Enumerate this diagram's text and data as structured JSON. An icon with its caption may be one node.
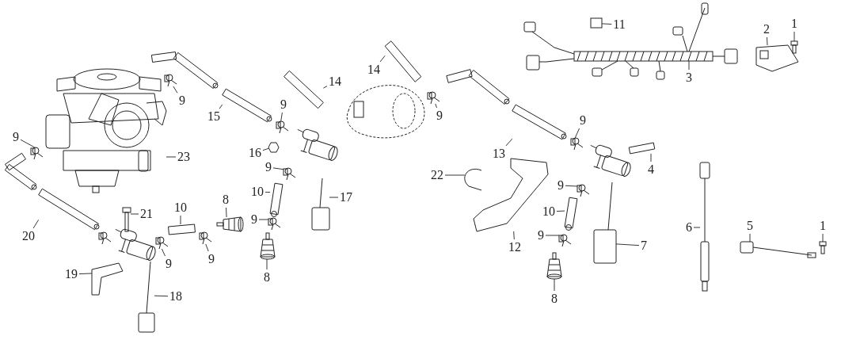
{
  "diagram": {
    "nodes": [
      {
        "text": [
          "11"
        ]
      },
      {
        "text": [
          "1"
        ]
      },
      {
        "text": [
          "2"
        ]
      },
      {
        "text": [
          "14"
        ]
      },
      {
        "text": [
          "3"
        ]
      },
      {
        "text": [
          "14"
        ]
      },
      {
        "text": [
          "9"
        ]
      },
      {
        "text": [
          "9"
        ]
      },
      {
        "text": [
          "15"
        ]
      },
      {
        "text": [
          "9"
        ]
      },
      {
        "text": [
          "9"
        ]
      },
      {
        "text": [
          "9"
        ]
      },
      {
        "text": [
          "13"
        ]
      },
      {
        "text": [
          "16"
        ]
      },
      {
        "text": [
          "23"
        ]
      },
      {
        "text": [
          "4"
        ]
      },
      {
        "text": [
          "9"
        ]
      },
      {
        "text": [
          "22"
        ]
      },
      {
        "text": [
          "9"
        ]
      },
      {
        "text": [
          "10"
        ]
      },
      {
        "text": [
          "17"
        ]
      },
      {
        "text": [
          "8"
        ]
      },
      {
        "text": [
          "10"
        ]
      },
      {
        "text": [
          "10"
        ]
      },
      {
        "text": [
          "21"
        ]
      },
      {
        "text": [
          "9"
        ]
      },
      {
        "text": [
          "5"
        ]
      },
      {
        "text": [
          "1"
        ]
      },
      {
        "text": [
          "20"
        ]
      },
      {
        "text": [
          "6"
        ]
      },
      {
        "text": [
          "9"
        ]
      },
      {
        "text": [
          "12"
        ]
      },
      {
        "text": [
          "7"
        ]
      },
      {
        "text": [
          "9"
        ]
      },
      {
        "text": [
          "9"
        ]
      },
      {
        "text": [
          "19"
        ]
      },
      {
        "text": [
          "8"
        ]
      },
      {
        "text": [
          "18"
        ]
      },
      {
        "text": [
          "8"
        ]
      },
      {
        "text": [],
        "shape": "box"
      },
      {
        "text": [],
        "shape": "picture"
      },
      {
        "text": [],
        "shape": "picture"
      },
      {
        "text": [],
        "shape": "picture"
      },
      {
        "text": [],
        "shape": "picture"
      },
      {
        "text": [],
        "shape": "picture"
      },
      {
        "text": [],
        "shape": "picture"
      },
      {
        "text": [],
        "shape": "picture"
      },
      {
        "text": [],
        "shape": "picture"
      },
      {
        "text": [],
        "shape": "picture"
      },
      {
        "text": [],
        "shape": "picture"
      },
      {
        "text": [],
        "shape": "picture"
      },
      {
        "text": [],
        "shape": "picture"
      },
      {
        "text": [],
        "shape": "picture"
      },
      {
        "text": [],
        "shape": "picture"
      },
      {
        "text": [],
        "shape": "bar"
      },
      {
        "text": [],
        "shape": "picture"
      },
      {
        "text": [],
        "shape": "picture"
      },
      {
        "text": [],
        "shape": "picture"
      },
      {
        "text": [],
        "shape": "picture"
      },
      {
        "text": [],
        "shape": "picture"
      },
      {
        "text": [],
        "shape": "picture"
      },
      {
        "text": [],
        "shape": "bar"
      },
      {
        "text": [],
        "shape": "picture"
      },
      {
        "text": [],
        "shape": "picture"
      },
      {
        "text": [],
        "shape": "picture"
      },
      {
        "text": [],
        "shape": "picture"
      },
      {
        "text": [],
        "shape": "picture"
      },
      {
        "text": [],
        "shape": "picture"
      },
      {
        "text": [],
        "shape": "picture"
      },
      {
        "text": [],
        "shape": "picture"
      },
      {
        "text": [],
        "shape": "picture"
      },
      {
        "text": [],
        "shape": "picture"
      },
      {
        "text": [],
        "shape": "picture"
      },
      {
        "text": [],
        "shape": "picture"
      },
      {
        "text": [],
        "shape": "picture"
      },
      {
        "text": [],
        "shape": "picture"
      },
      {
        "text": [],
        "shape": "picture"
      },
      {
        "text": [],
        "shape": "picture"
      }
    ],
    "edges": [
      {
        "from": 0,
        "to": 39,
        "arrow": "none"
      },
      {
        "from": 1,
        "to": 40,
        "arrow": "none"
      },
      {
        "from": 2,
        "to": 41,
        "arrow": "none"
      },
      {
        "from": 3,
        "to": 42,
        "arrow": "none"
      },
      {
        "from": 4,
        "to": 43,
        "arrow": "none"
      },
      {
        "from": 5,
        "to": 44,
        "arrow": "none"
      },
      {
        "from": 6,
        "to": 45,
        "arrow": "none"
      },
      {
        "from": 7,
        "to": 46,
        "arrow": "none"
      },
      {
        "from": 8,
        "to": 47,
        "arrow": "none"
      },
      {
        "from": 9,
        "to": 48,
        "arrow": "none"
      },
      {
        "from": 10,
        "to": 49,
        "arrow": "none"
      },
      {
        "from": 11,
        "to": 50,
        "arrow": "none"
      },
      {
        "from": 12,
        "to": 51,
        "arrow": "none"
      },
      {
        "from": 13,
        "to": 52,
        "arrow": "none"
      },
      {
        "from": 14,
        "to": 53,
        "arrow": "none"
      },
      {
        "from": 15,
        "to": 54,
        "arrow": "none"
      },
      {
        "from": 16,
        "to": 55,
        "arrow": "none"
      },
      {
        "from": 17,
        "to": 56,
        "arrow": "none"
      },
      {
        "from": 18,
        "to": 57,
        "arrow": "none"
      },
      {
        "from": 19,
        "to": 58,
        "arrow": "none"
      },
      {
        "from": 20,
        "to": 59,
        "arrow": "none"
      },
      {
        "from": 21,
        "to": 60,
        "arrow": "none"
      },
      {
        "from": 22,
        "to": 61,
        "arrow": "none"
      },
      {
        "from": 23,
        "to": 62,
        "arrow": "none"
      },
      {
        "from": 24,
        "to": 63,
        "arrow": "none"
      },
      {
        "from": 25,
        "to": 64,
        "arrow": "none"
      },
      {
        "from": 26,
        "to": 65,
        "arrow": "none"
      },
      {
        "from": 27,
        "to": 66,
        "arrow": "none"
      },
      {
        "from": 28,
        "to": 67,
        "arrow": "none"
      },
      {
        "from": 29,
        "to": 68,
        "arrow": "none"
      },
      {
        "from": 30,
        "to": 69,
        "arrow": "none"
      },
      {
        "from": 31,
        "to": 70,
        "arrow": "none"
      },
      {
        "from": 32,
        "to": 71,
        "arrow": "none"
      },
      {
        "from": 33,
        "to": 72,
        "arrow": "none"
      },
      {
        "from": 34,
        "to": 73,
        "arrow": "none"
      },
      {
        "from": 35,
        "to": 74,
        "arrow": "none"
      },
      {
        "from": 36,
        "to": 75,
        "arrow": "none"
      },
      {
        "from": 37,
        "to": 76,
        "arrow": "none"
      },
      {
        "from": 38,
        "to": 77,
        "arrow": "none"
      }
    ]
  }
}
